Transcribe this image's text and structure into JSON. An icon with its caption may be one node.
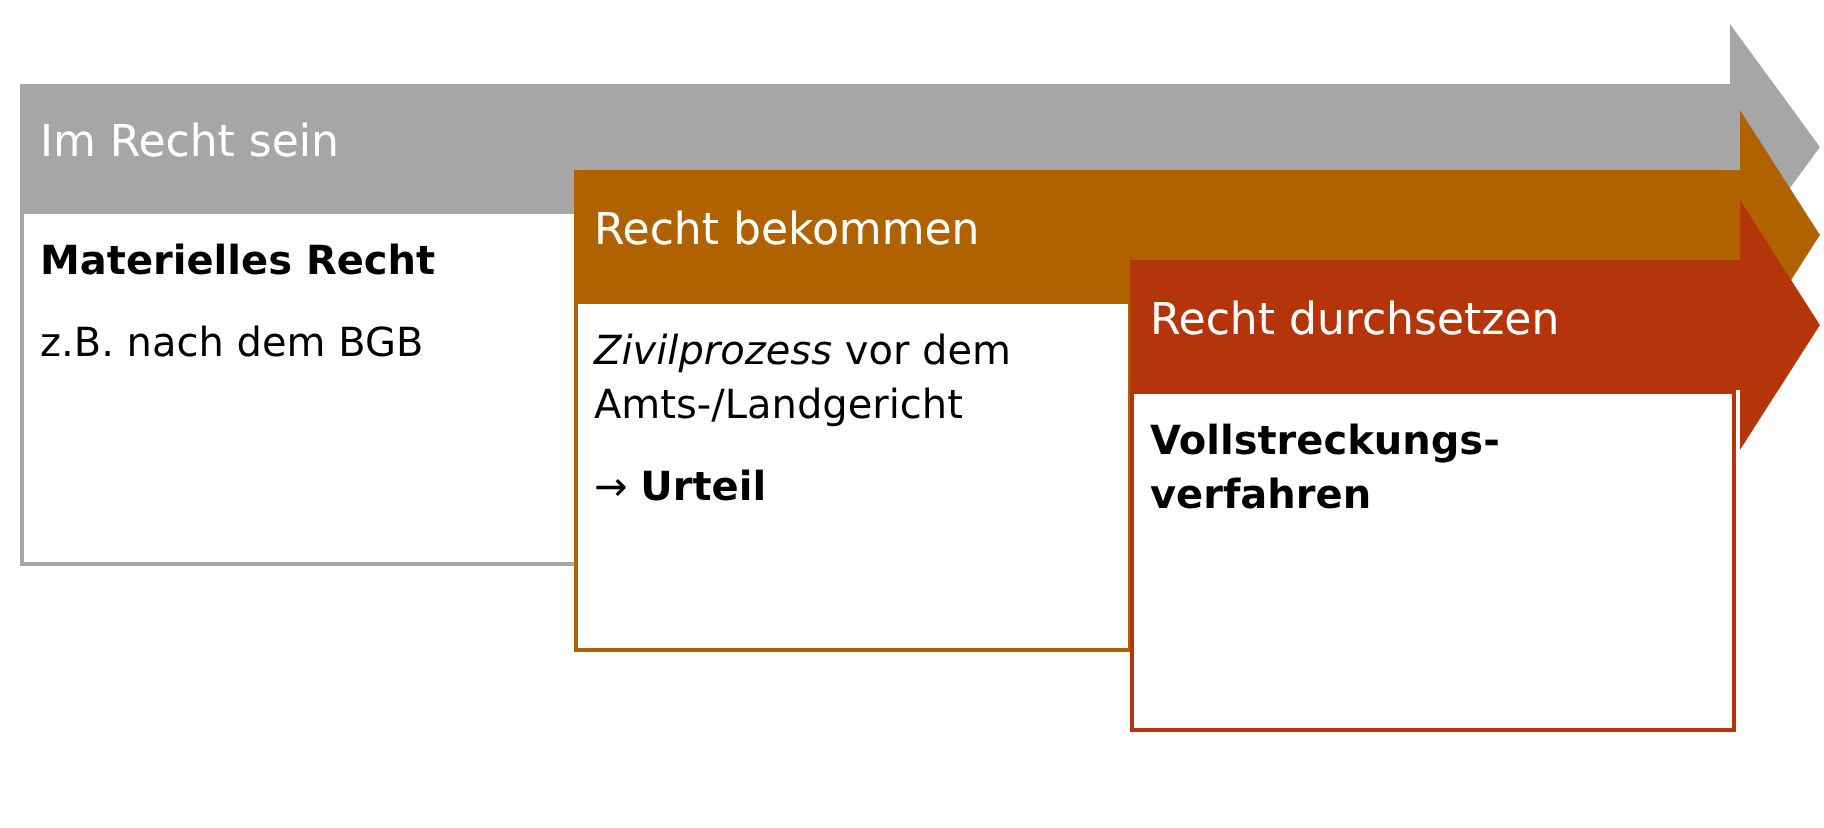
{
  "diagram": {
    "nodes": [
      {
        "text": [
          "Im Recht sein"
        ]
      },
      {
        "text": [
          "Materielles Recht",
          "z.B. nach dem BGB"
        ]
      },
      {
        "text": [
          "Recht bekommen"
        ]
      },
      {
        "text": [
          "*Zivilprozess* vor dem Amts-/Landgericht",
          "→ **Urteil**"
        ]
      },
      {
        "text": [
          "Recht durchsetzen"
        ]
      },
      {
        "text": [
          "Vollstreckungs- verfahren"
        ]
      }
    ]
  }
}
